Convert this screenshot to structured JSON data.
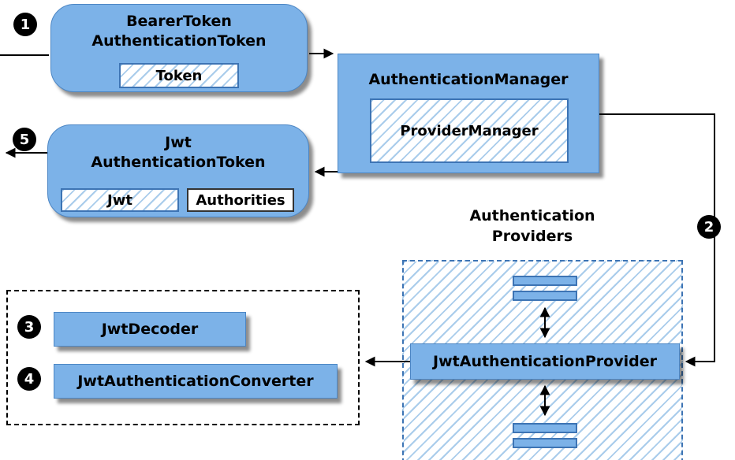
{
  "colors": {
    "box_fill": "#7CB2E8",
    "box_border": "#4C86C4",
    "inner_border": "#3D74B4",
    "hatch_line": "#A9CCEB",
    "arrow": "#000000"
  },
  "badges": {
    "b1": "1",
    "b2": "2",
    "b3": "3",
    "b4": "4",
    "b5": "5"
  },
  "bearer": {
    "line1": "BearerToken",
    "line2": "AuthenticationToken",
    "token_label": "Token"
  },
  "manager": {
    "title": "AuthenticationManager",
    "inner_label": "ProviderManager"
  },
  "jwt_token": {
    "line1": "Jwt",
    "line2": "AuthenticationToken",
    "jwt_label": "Jwt",
    "authorities_label": "Authorities"
  },
  "providers": {
    "label_line1": "Authentication",
    "label_line2": "Providers",
    "provider_label": "JwtAuthenticationProvider"
  },
  "decoders": {
    "decoder_label": "JwtDecoder",
    "converter_label": "JwtAuthenticationConverter"
  }
}
